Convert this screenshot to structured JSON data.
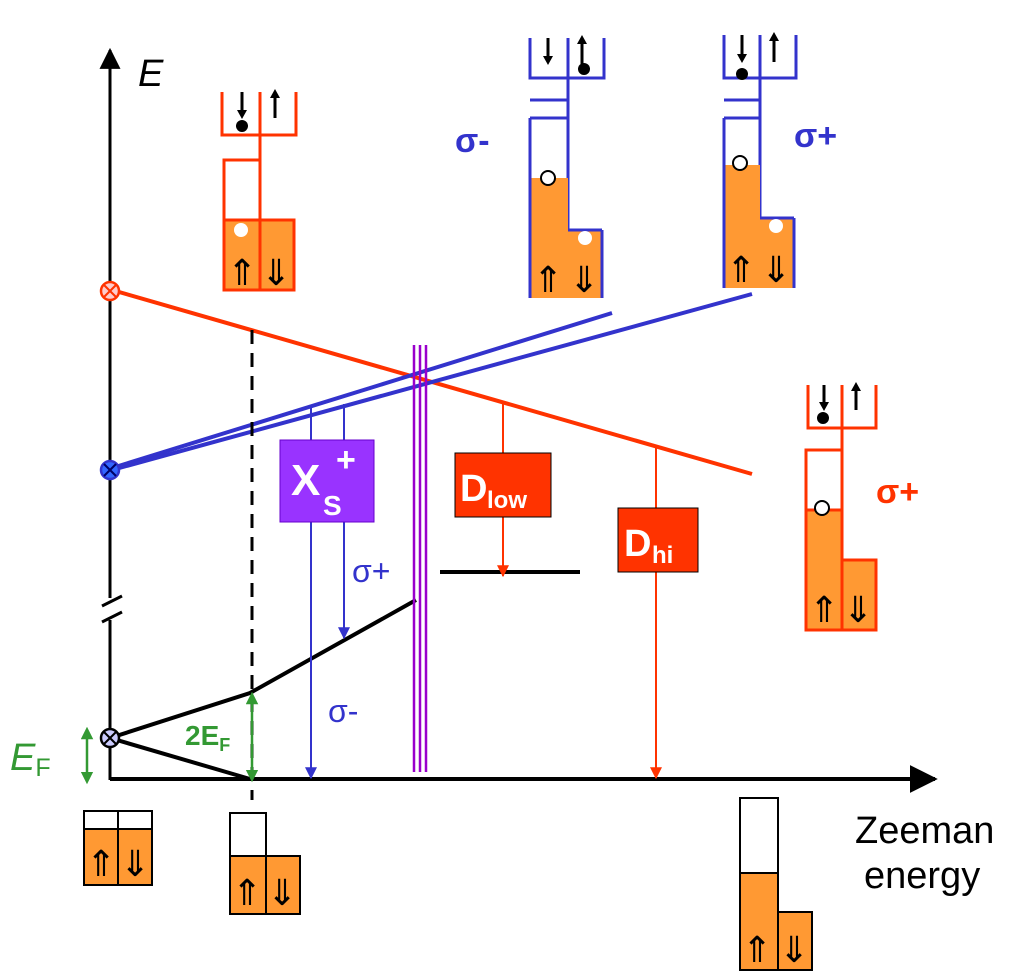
{
  "axes": {
    "y_label": "E",
    "x_label_line1": "Zeeman",
    "x_label_line2": "energy"
  },
  "labels": {
    "ef_main": "E",
    "ef_sub": "F",
    "two_ef_main": "2E",
    "two_ef_sub": "F",
    "sigma_minus_top": "σ-",
    "sigma_plus_top": "σ+",
    "sigma_plus_right": "σ+",
    "sigma_plus_mid": "σ+",
    "sigma_minus_mid": "σ-"
  },
  "boxes": {
    "xs_main": "X",
    "xs_sub": "S",
    "xs_sup": "+",
    "dlow_main": "D",
    "dlow_sub": "low",
    "dhi_main": "D",
    "dhi_sub": "hi"
  },
  "symbols": {
    "up_double": "⇑",
    "down_double": "⇓"
  },
  "colors": {
    "red": "#ff3300",
    "blue": "#3333cc",
    "orange": "#ff9933",
    "black": "#000000",
    "green": "#339933",
    "purple": "#9900cc",
    "xs_fill": "#9933ff",
    "d_fill": "#ff3300"
  }
}
